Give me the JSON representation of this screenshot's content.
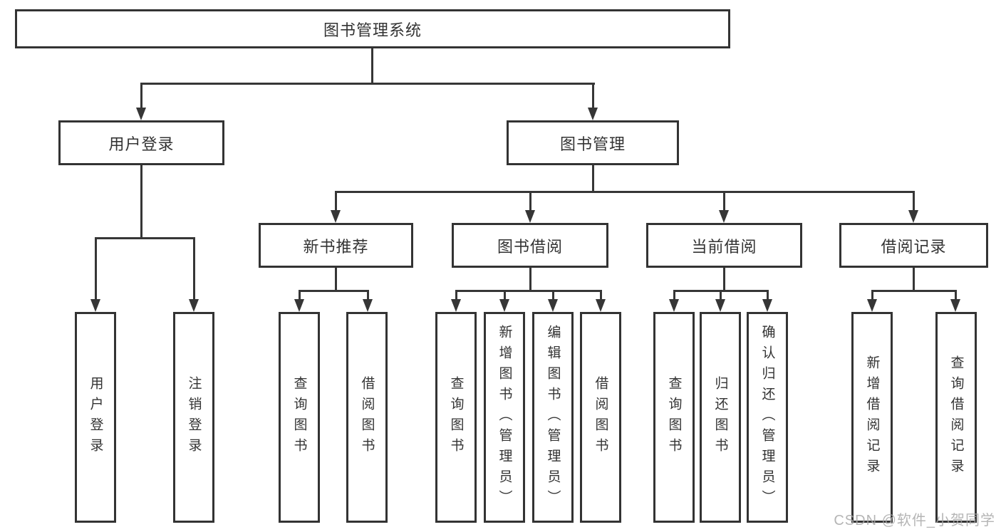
{
  "tree": {
    "root": {
      "label": "图书管理系统"
    },
    "branches": [
      {
        "label": "用户登录",
        "children": [
          {
            "label": "用户登录"
          },
          {
            "label": "注销登录"
          }
        ]
      },
      {
        "label": "图书管理",
        "groups": [
          {
            "label": "新书推荐",
            "children": [
              {
                "label": "查询图书"
              },
              {
                "label": "借阅图书"
              }
            ]
          },
          {
            "label": "图书借阅",
            "children": [
              {
                "label": "查询图书"
              },
              {
                "label": "新增图书（管理员）"
              },
              {
                "label": "编辑图书（管理员）"
              },
              {
                "label": "借阅图书"
              }
            ]
          },
          {
            "label": "当前借阅",
            "children": [
              {
                "label": "查询图书"
              },
              {
                "label": "归还图书"
              },
              {
                "label": "确认归还（管理员）"
              }
            ]
          },
          {
            "label": "借阅记录",
            "children": [
              {
                "label": "新增借阅记录"
              },
              {
                "label": "查询借阅记录"
              }
            ]
          }
        ]
      }
    ]
  },
  "watermark": "CSDN @软件_小贺同学",
  "colors": {
    "line": "#363636",
    "text": "#333333",
    "watermark": "#a8a8a8",
    "background": "#ffffff"
  }
}
